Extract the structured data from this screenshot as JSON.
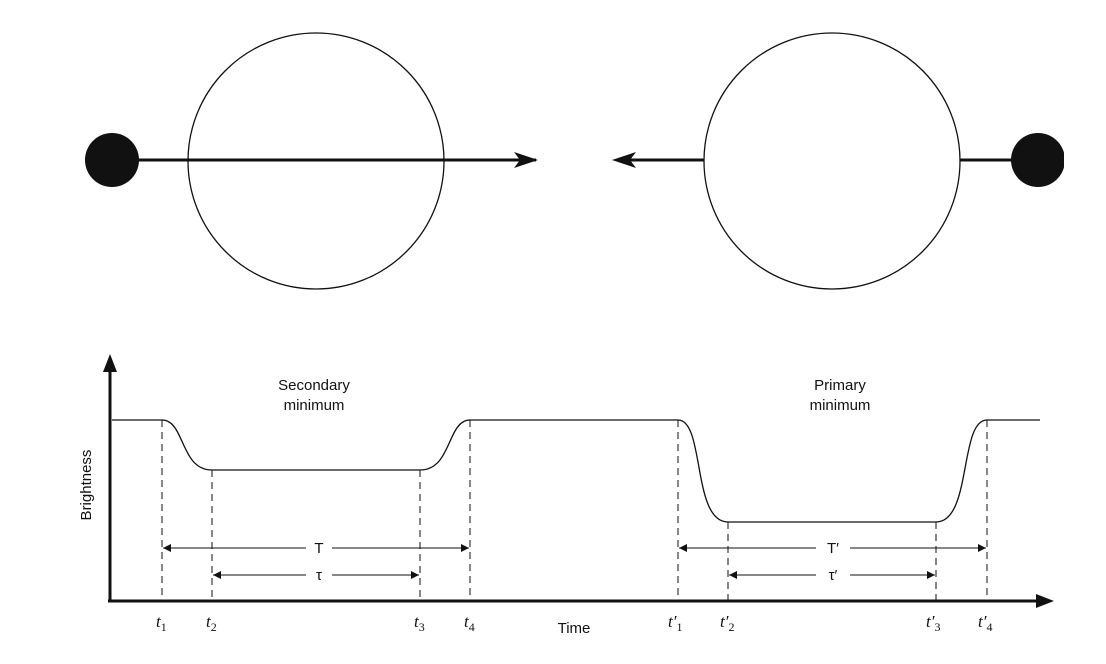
{
  "labels": {
    "secondary_line1": "Secondary",
    "secondary_line2": "minimum",
    "primary_line1": "Primary",
    "primary_line2": "minimum",
    "y_axis": "Brightness",
    "x_axis": "Time"
  },
  "intervals": {
    "T": "T",
    "tau": "τ",
    "T_prime": "T′",
    "tau_prime": "τ′"
  },
  "ticks": {
    "t1": {
      "base": "t",
      "sub": "1"
    },
    "t2": {
      "base": "t",
      "sub": "2"
    },
    "t3": {
      "base": "t",
      "sub": "3"
    },
    "t4": {
      "base": "t",
      "sub": "4"
    },
    "tp1": {
      "base": "t′",
      "sub": "1"
    },
    "tp2": {
      "base": "t′",
      "sub": "2"
    },
    "tp3": {
      "base": "t′",
      "sub": "3"
    },
    "tp4": {
      "base": "t′",
      "sub": "4"
    }
  },
  "colors": {
    "ink": "#111111",
    "background": "#ffffff"
  }
}
